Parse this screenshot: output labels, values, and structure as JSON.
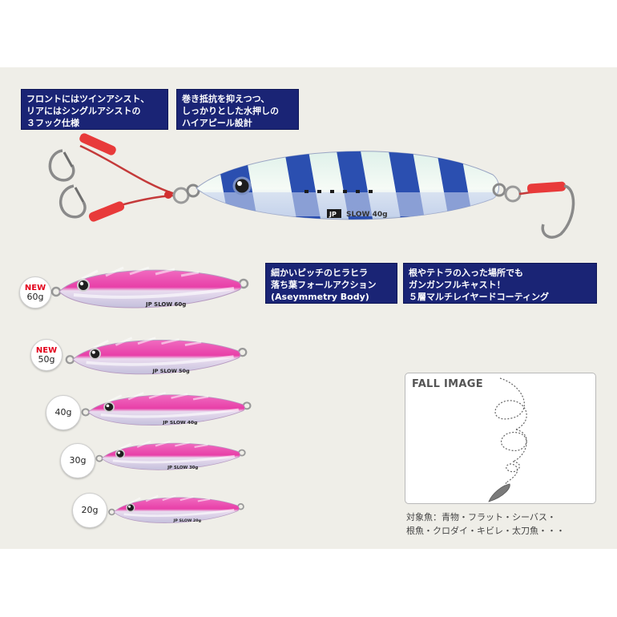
{
  "callouts": {
    "front_hooks": [
      "フロントにはツインアシスト、",
      "リアにはシングルアシストの",
      "３フック仕様"
    ],
    "water_push": [
      "巻き抵抗を抑えつつ、",
      "しっかりとした水押しの",
      "ハイアピール設計"
    ],
    "fall_action": [
      "細かいピッチのヒラヒラ",
      "落ち葉フォールアクション",
      "(Aseymmetry Body)"
    ],
    "cast": [
      "根やテトラの入った場所でも",
      "ガンガンフルキャスト！",
      "５層マルチレイヤードコーティング"
    ]
  },
  "main_jig": {
    "brand": "JP",
    "model": "SLOW 40g",
    "colors": {
      "stripe": "#2b4fb0",
      "glow": "#e9f6ee",
      "assist_tube": "#e83a3a"
    }
  },
  "sizes": [
    {
      "badge_new": "NEW",
      "weight": "60g",
      "engraving": "JP  SLOW 60g"
    },
    {
      "badge_new": "NEW",
      "weight": "50g",
      "engraving": "JP  SLOW 50g"
    },
    {
      "badge_new": "",
      "weight": "40g",
      "engraving": "JP  SLOW 40g"
    },
    {
      "badge_new": "",
      "weight": "30g",
      "engraving": "JP  SLOW 30g"
    },
    {
      "badge_new": "",
      "weight": "20g",
      "engraving": "JP  SLOW 20g"
    }
  ],
  "fall_image": {
    "title": "FALL IMAGE"
  },
  "targets": [
    "対象魚：青物・フラット・シーバス・",
    "根魚・クロダイ・キビレ・太刀魚・・・"
  ],
  "colors": {
    "callout_bg": "#1a2475",
    "badge_new": "#e3001b",
    "jig_pink": "#e83fa8",
    "panel_bg": "#efeee8"
  }
}
